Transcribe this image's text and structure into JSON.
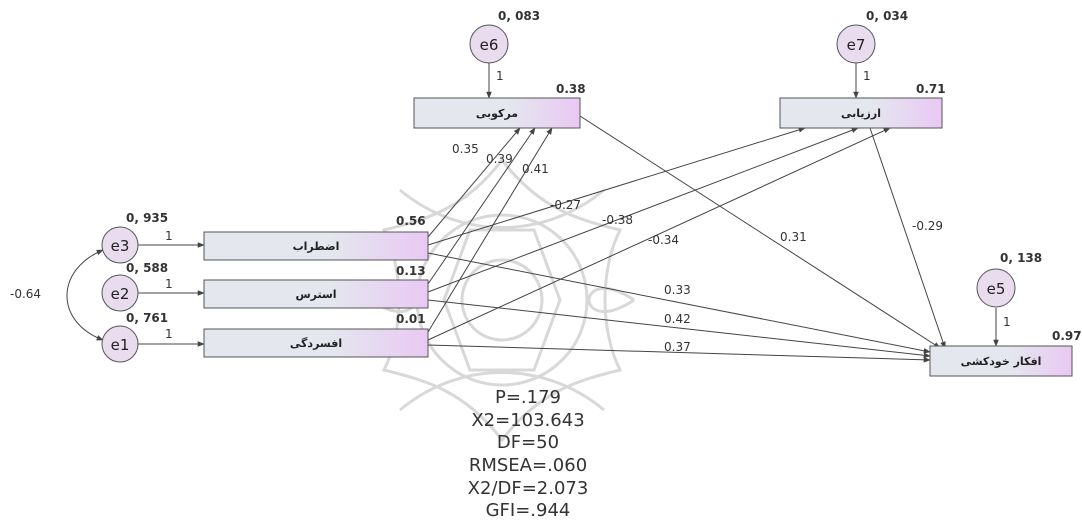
{
  "latent_boxes": {
    "rumination": "مرکوبی",
    "appraisal": "ارزیابی",
    "anxiety": "اضطراب",
    "stress": "استرس",
    "depression": "افسردگی",
    "suicidal_thoughts": "افکار خودکشی"
  },
  "errors": {
    "e6": {
      "label": "e6",
      "variance": "0, 083",
      "loading": "1"
    },
    "e7": {
      "label": "e7",
      "variance": "0, 034",
      "loading": "1"
    },
    "e3": {
      "label": "e3",
      "variance": "0, 935",
      "loading": "1"
    },
    "e2": {
      "label": "e2",
      "variance": "0, 588",
      "loading": "1"
    },
    "e1": {
      "label": "e1",
      "variance": "0, 761",
      "loading": "1"
    },
    "e5": {
      "label": "e5",
      "variance": "0, 138",
      "loading": "1"
    }
  },
  "r_squared": {
    "rumination": "0.38",
    "appraisal": "0.71",
    "anxiety": "0.56",
    "stress": "0.13",
    "depression": "0.01",
    "suicidal_thoughts": "0.97"
  },
  "correlation_e1_e3": "-0.64",
  "paths": {
    "anx_rum": "0.35",
    "str_rum": "0.39",
    "dep_rum": "0.41",
    "anx_app": "-0.27",
    "str_app": "-0.38",
    "dep_app": "-0.34",
    "rum_sui": "0.31",
    "app_sui": "-0.29",
    "anx_sui": "0.33",
    "str_sui": "0.42",
    "dep_sui": "0.37"
  },
  "fit": {
    "p": "P=.179",
    "chi2": "X2=103.643",
    "df": "DF=50",
    "rmsea": "RMSEA=.060",
    "chi2_df": "X2/DF=2.073",
    "gfi": "GFI=.944"
  },
  "colors": {
    "box_left": "#e4e8ee",
    "box_right": "#e9c8f3",
    "error_fill": "#e8dcee",
    "line": "#444444",
    "watermark": "#d4d4d4"
  }
}
